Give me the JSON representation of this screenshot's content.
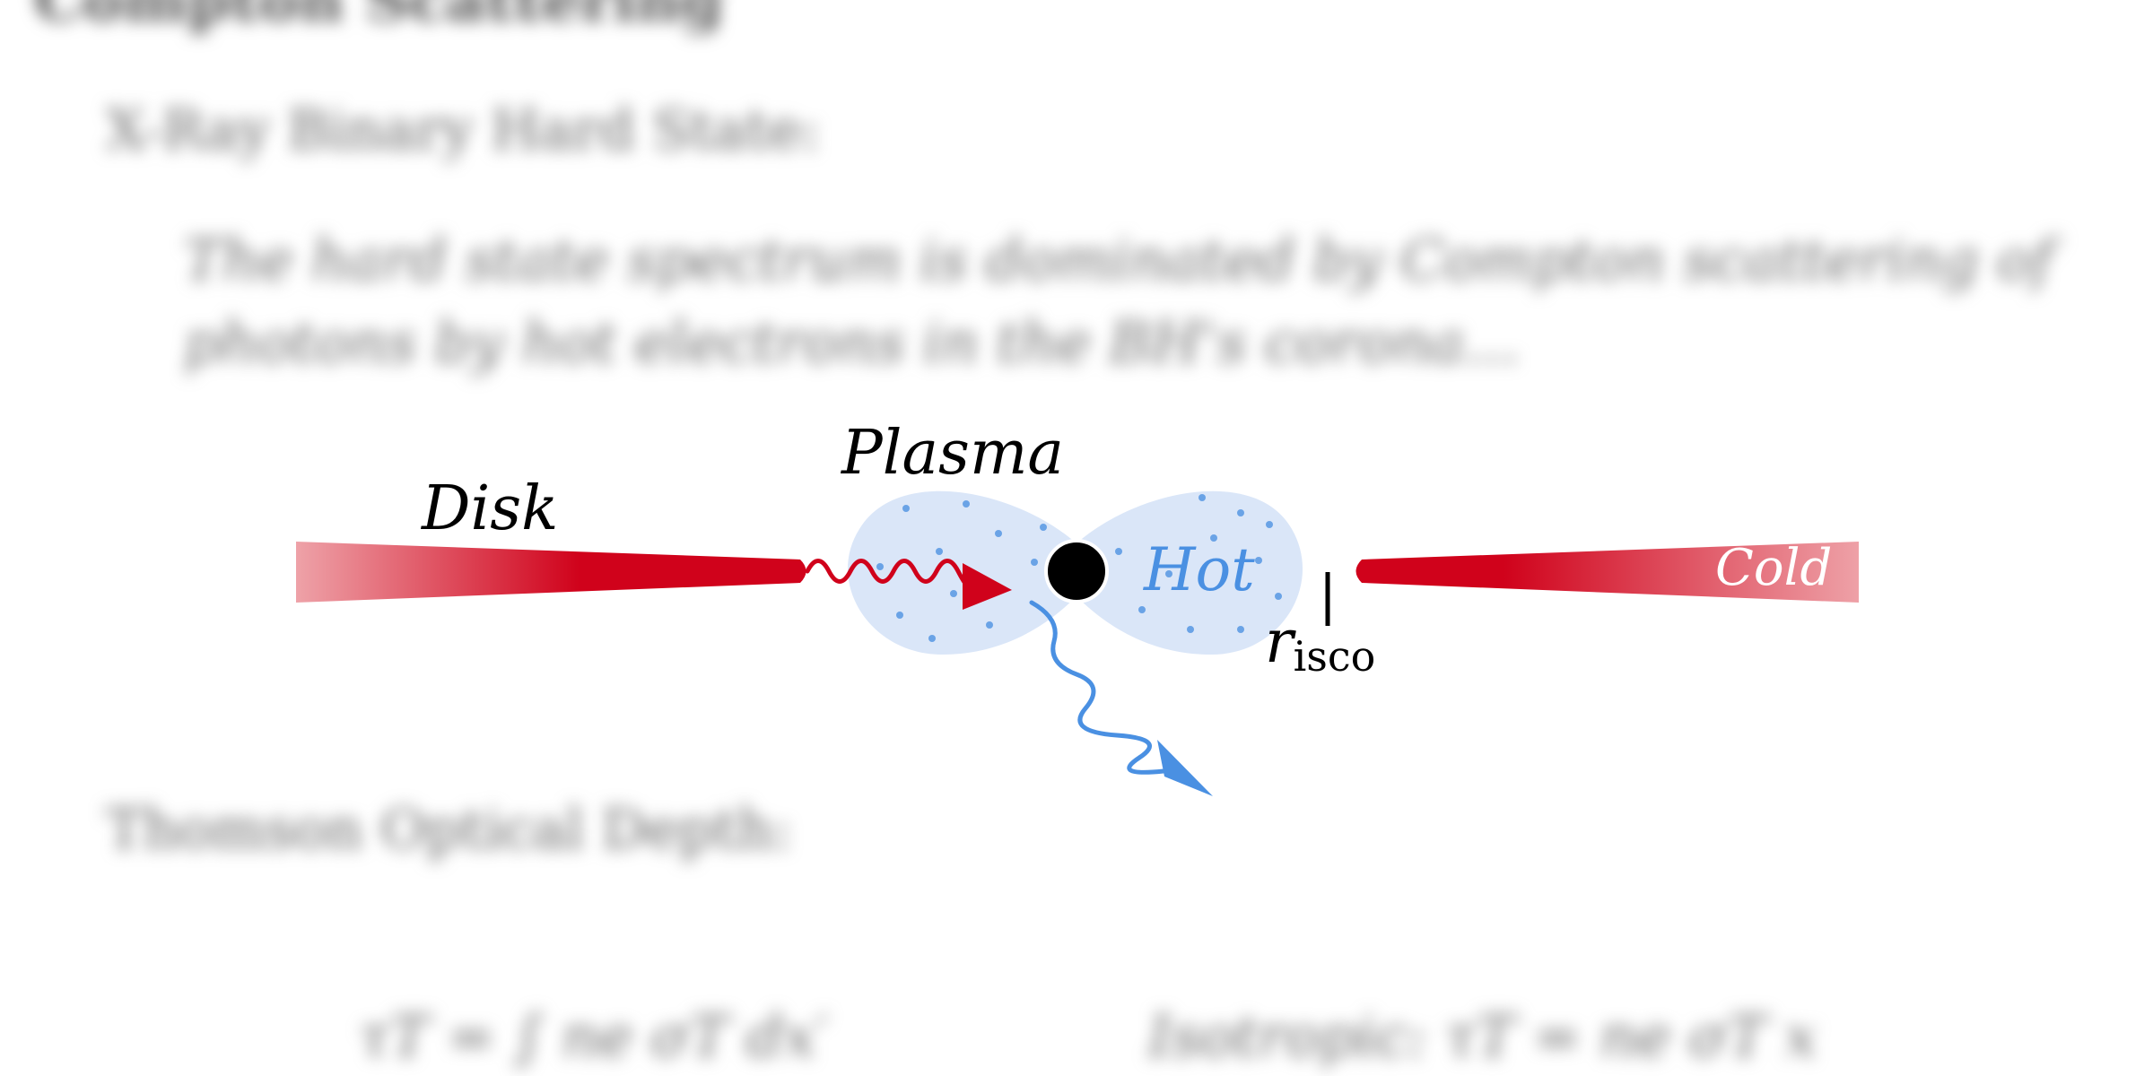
{
  "slide": {
    "section_title": "Compton Scattering",
    "hard_state_heading": "X-Ray Binary Hard State:",
    "hard_state_text": "The hard state spectrum is dominated by Compton scattering of photons by hot electrons in the BH's corona...",
    "optical_depth_heading": "Thomson Optical Depth:",
    "equation_left": "τT = ∫ ne σT dx′",
    "equation_right": "Isotropic: τT = ne σT x"
  },
  "diagram": {
    "disk_label": "Disk",
    "plasma_label": "Plasma",
    "hot_label": "Hot",
    "cold_label": "Cold",
    "isco_symbol": "r",
    "isco_subscript": "isco",
    "colors": {
      "disk_red": "#d0021b",
      "disk_faded": "#eea2a8",
      "plasma_fill": "#dae6f8",
      "plasma_dots": "#6aa3e6",
      "scattered_photon": "#4a90e2",
      "hot_text": "#4a90e2",
      "black_hole": "#000000"
    }
  }
}
